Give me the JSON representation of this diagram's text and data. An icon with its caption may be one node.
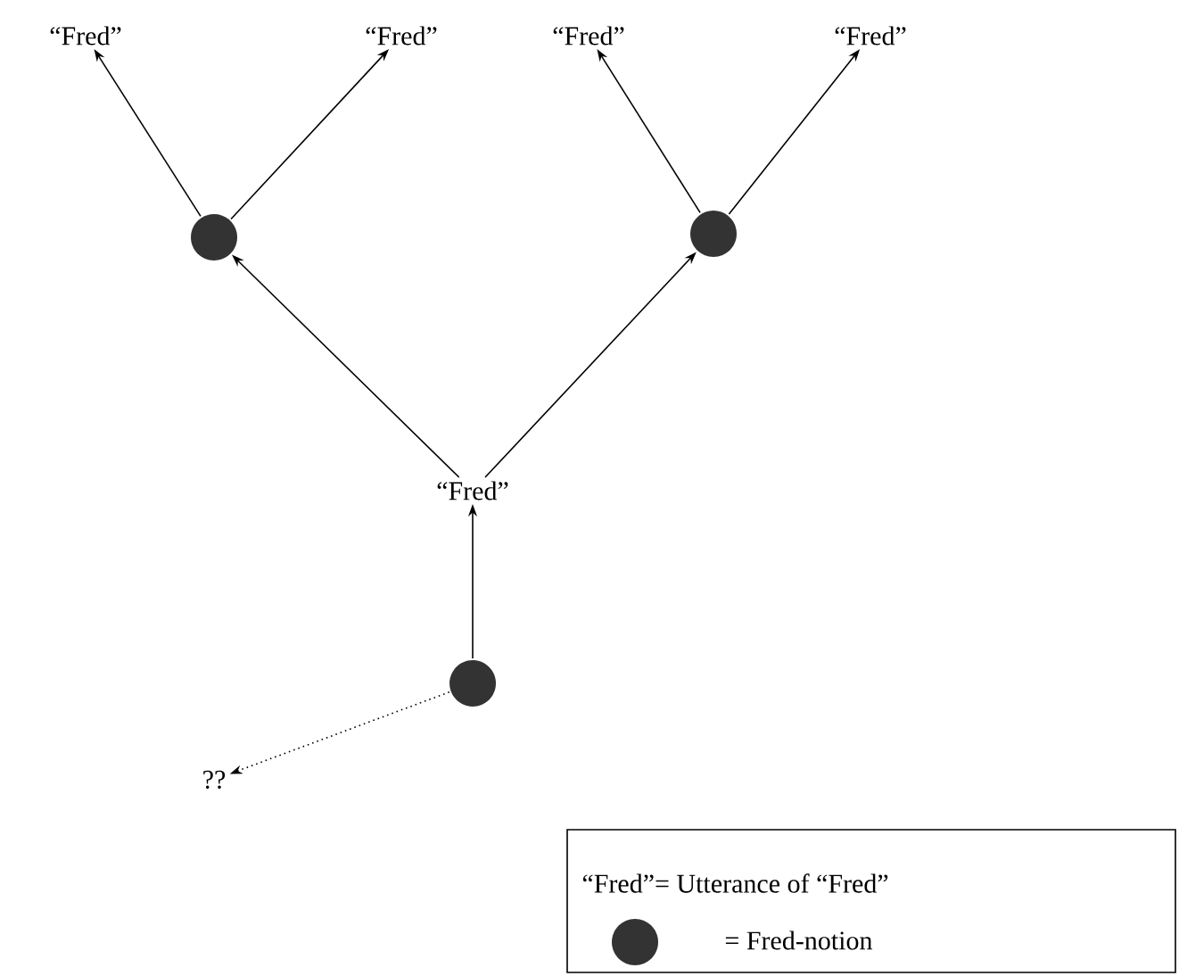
{
  "diagram": {
    "nodes": [
      {
        "text": [
          "“Fred”"
        ]
      },
      {
        "text": [
          "“Fred”"
        ]
      },
      {
        "text": [
          "“Fred”"
        ]
      },
      {
        "text": [
          "“Fred”"
        ]
      },
      {
        "text": [],
        "shape": "circle"
      },
      {
        "text": [],
        "shape": "circle"
      },
      {
        "text": [
          "“Fred”"
        ]
      },
      {
        "text": [],
        "shape": "circle"
      },
      {
        "text": [
          "??"
        ]
      }
    ],
    "edges": [
      {
        "from": 4,
        "to": 0,
        "arrow": "to"
      },
      {
        "from": 4,
        "to": 1,
        "arrow": "to"
      },
      {
        "from": 5,
        "to": 2,
        "arrow": "to"
      },
      {
        "from": 5,
        "to": 3,
        "arrow": "to"
      },
      {
        "from": 6,
        "to": 4,
        "arrow": "to"
      },
      {
        "from": 6,
        "to": 5,
        "arrow": "to"
      },
      {
        "from": 7,
        "to": 6,
        "arrow": "to"
      },
      {
        "from": 7,
        "to": 8,
        "arrow": "to",
        "style": "dashed"
      }
    ],
    "legend": [
      {
        "text": "“Fred”= Utterance of “Fred”"
      },
      {
        "text": "= Fred-notion",
        "color": "#333333"
      }
    ]
  }
}
